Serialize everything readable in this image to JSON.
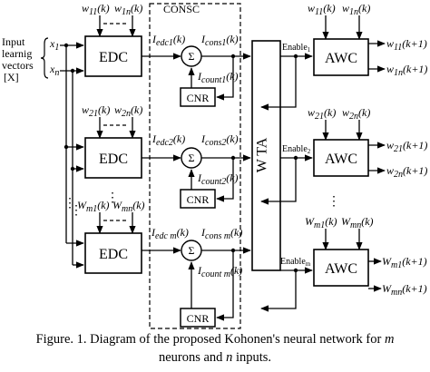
{
  "diagram": {
    "input_label": [
      "Input",
      "learnig",
      "vectors",
      "[X]"
    ],
    "inputs": [
      "x",
      "1",
      "x",
      "n"
    ],
    "consc_label": "CONSC",
    "sum_symbol": "Σ",
    "wta_label": "W TA",
    "edc_label": "EDC",
    "cnr_label": "CNR",
    "awc_label": "AWC",
    "rows": [
      {
        "w_top_a": [
          "w",
          "11",
          "(k)"
        ],
        "w_top_b": [
          "w",
          "1n",
          "(k)"
        ],
        "i_edc": [
          "I",
          "edc1",
          "(k)"
        ],
        "i_cons": [
          "I",
          "cons1",
          "(k)"
        ],
        "i_count": [
          "I",
          "count1",
          "(k)"
        ],
        "enable": [
          "Enable",
          "1"
        ],
        "awc_top_a": [
          "w",
          "11",
          "(k)"
        ],
        "awc_top_b": [
          "w",
          "1n",
          "(k)"
        ],
        "out_a": [
          "w",
          "11",
          "(k+1)"
        ],
        "out_b": [
          "w",
          "1n",
          "(k+1)"
        ]
      },
      {
        "w_top_a": [
          "w",
          "21",
          "(k)"
        ],
        "w_top_b": [
          "w",
          "2n",
          "(k)"
        ],
        "i_edc": [
          "I",
          "edc2",
          "(k)"
        ],
        "i_cons": [
          "I",
          "cons2",
          "(k)"
        ],
        "i_count": [
          "I",
          "count2",
          "(k)"
        ],
        "enable": [
          "Enable",
          "2"
        ],
        "awc_top_a": [
          "w",
          "21",
          "(k)"
        ],
        "awc_top_b": [
          "w",
          "2n",
          "(k)"
        ],
        "out_a": [
          "w",
          "21",
          "(k+1)"
        ],
        "out_b": [
          "w",
          "2n",
          "(k+1)"
        ]
      },
      {
        "w_top_a": [
          "W",
          "m1",
          "(k)"
        ],
        "w_top_b": [
          "W",
          "mn",
          "(k)"
        ],
        "i_edc": [
          "I",
          "edc m",
          "(k)"
        ],
        "i_cons": [
          "I",
          "cons m",
          "(k)"
        ],
        "i_count": [
          "I",
          "count m",
          "(k)"
        ],
        "enable": [
          "Enable",
          "m"
        ],
        "awc_top_a": [
          "W",
          "m1",
          "(k)"
        ],
        "awc_top_b": [
          "W",
          "mn",
          "(k)"
        ],
        "out_a": [
          "W",
          "m1",
          "(k+1)"
        ],
        "out_b": [
          "W",
          "mn",
          "(k+1)"
        ]
      }
    ]
  },
  "caption": {
    "line1_prefix": "Figure. 1. Diagram of the proposed Kohonen's neural network for ",
    "line1_var": "m",
    "line2_prefix": "neurons and ",
    "line2_var": "n",
    "line2_suffix": " inputs."
  }
}
